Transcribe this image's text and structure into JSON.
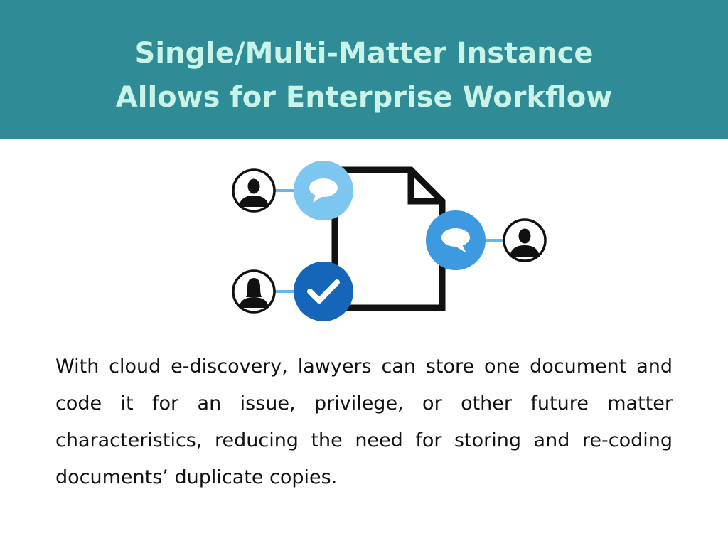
{
  "header": {
    "title_line_1": "Single/Multi-Matter Instance",
    "title_line_2": "Allows for Enterprise Workflow",
    "background_color": "#2f8c96",
    "text_color": "#c8f3e6"
  },
  "illustration": {
    "icons": [
      "user-icon",
      "chat-bubble-icon",
      "document-icon",
      "check-icon"
    ],
    "colors": {
      "light_blue": "#7cc6f0",
      "mid_blue": "#3d99e0",
      "dark_blue": "#1565b8",
      "connector": "#64b5f6",
      "outline": "#111111"
    }
  },
  "body": {
    "paragraph": "With cloud e-discovery, lawyers can store one document and code it for an issue, privilege, or other future matter characteristics, reducing the need for storing and re-coding documents’ duplicate copies."
  }
}
